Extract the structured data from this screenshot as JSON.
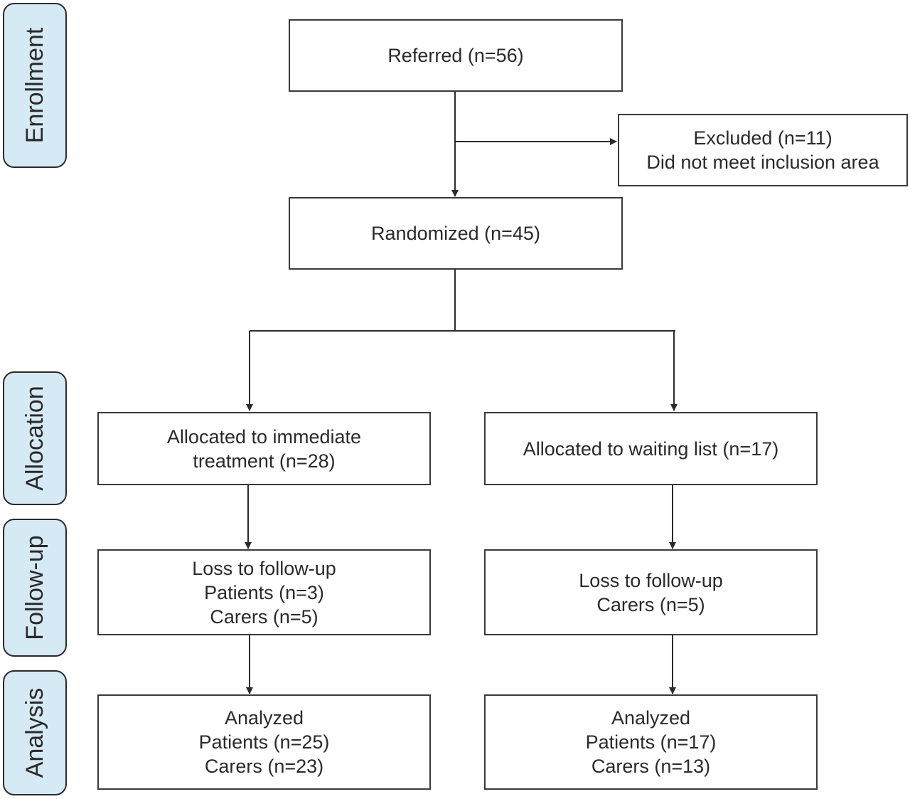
{
  "stages": {
    "enrollment": "Enrollment",
    "allocation": "Allocation",
    "follow_up": "Follow-up",
    "analysis": "Analysis"
  },
  "boxes": {
    "referred": [
      "Referred (n=56)"
    ],
    "excluded": [
      "Excluded (n=11)",
      "Did not meet inclusion area"
    ],
    "randomized": [
      "Randomized (n=45)"
    ],
    "alloc_immediate": [
      "Allocated to immediate",
      "treatment (n=28)"
    ],
    "alloc_waiting": [
      "Allocated to waiting list (n=17)"
    ],
    "loss_immediate": [
      "Loss to follow-up",
      "Patients (n=3)",
      "Carers (n=5)"
    ],
    "loss_waiting": [
      "Loss to follow-up",
      "Carers (n=5)"
    ],
    "analyzed_immediate": [
      "Analyzed",
      "Patients (n=25)",
      "Carers (n=23)"
    ],
    "analyzed_waiting": [
      "Analyzed",
      "Patients (n=17)",
      "Carers (n=13)"
    ]
  },
  "colors": {
    "stage_fill": "#d6eaf6",
    "line": "#2b2b2b"
  }
}
